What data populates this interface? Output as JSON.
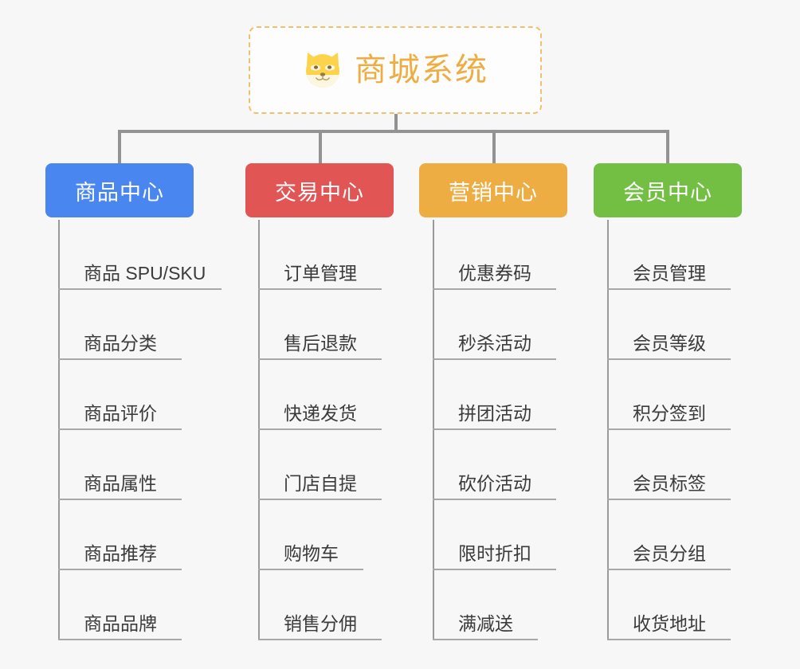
{
  "root": {
    "title": "商城系统",
    "icon": "shiba-dog-icon",
    "border_color": "#f0c06a",
    "text_color": "#eead43",
    "background": "#fdfdfd"
  },
  "canvas": {
    "background": "#f7f7f7",
    "connector_color": "#939393",
    "leaf_line_color": "#a8a8a8"
  },
  "branches": [
    {
      "label": "商品中心",
      "color": "#4a86ef",
      "leaves": [
        "商品 SPU/SKU",
        "商品分类",
        "商品评价",
        "商品属性",
        "商品推荐",
        "商品品牌"
      ]
    },
    {
      "label": "交易中心",
      "color": "#e25555",
      "leaves": [
        "订单管理",
        "售后退款",
        "快递发货",
        "门店自提",
        "购物车",
        "销售分佣"
      ]
    },
    {
      "label": "营销中心",
      "color": "#eead43",
      "leaves": [
        "优惠券码",
        "秒杀活动",
        "拼团活动",
        "砍价活动",
        "限时折扣",
        "满减送"
      ]
    },
    {
      "label": "会员中心",
      "color": "#73bf44",
      "leaves": [
        "会员管理",
        "会员等级",
        "积分签到",
        "会员标签",
        "会员分组",
        "收货地址"
      ]
    }
  ]
}
